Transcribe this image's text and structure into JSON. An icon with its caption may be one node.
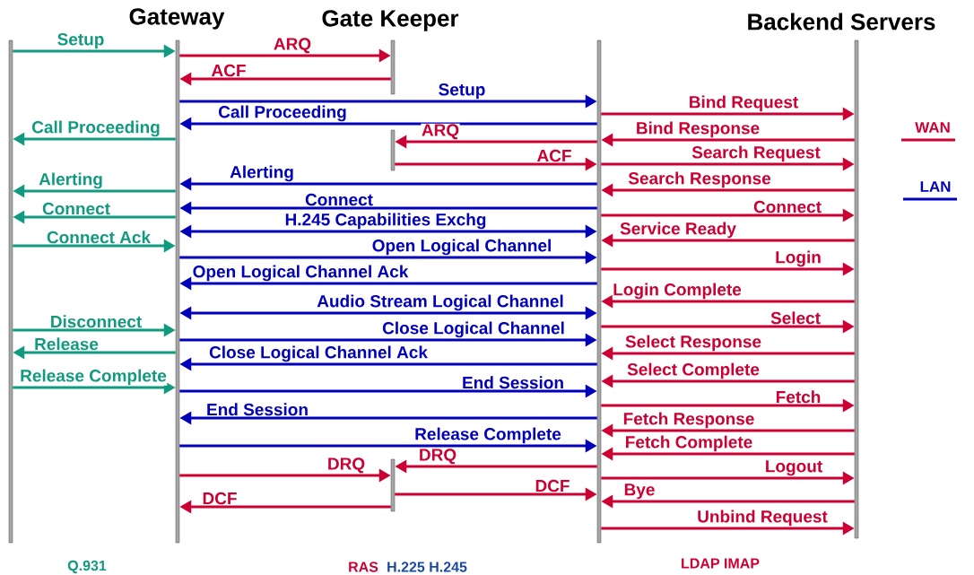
{
  "diagram": {
    "nodes": [
      {
        "text": [],
        "shape": "bar"
      },
      {
        "text": [
          "Gateway"
        ]
      },
      {
        "text": [
          "Gate Keeper"
        ]
      },
      {
        "text": [],
        "shape": "bar"
      },
      {
        "text": [],
        "shape": "bar"
      },
      {
        "text": [],
        "shape": "bar"
      },
      {
        "text": [
          "Backend Servers"
        ]
      }
    ],
    "edges": [
      {
        "from": 0,
        "to": 1,
        "arrow": "to",
        "label": "Setup",
        "color": "#129a80"
      },
      {
        "from": 1,
        "to": 2,
        "arrow": "to",
        "label": "ARQ"
      },
      {
        "from": 2,
        "to": 1,
        "arrow": "to",
        "label": "ACF"
      },
      {
        "from": 1,
        "to": 5,
        "arrow": "to",
        "label": "Setup",
        "color": "#0000bb"
      },
      {
        "from": 5,
        "to": 6,
        "arrow": "to",
        "label": "Bind Request"
      },
      {
        "from": 5,
        "to": 1,
        "arrow": "to",
        "label": "Call Proceeding",
        "color": "#0000bb"
      },
      {
        "from": 1,
        "to": 0,
        "arrow": "to",
        "label": "Call Proceeding",
        "color": "#129a80"
      },
      {
        "from": 6,
        "to": 5,
        "arrow": "to",
        "label": "Bind Response"
      },
      {
        "from": 5,
        "to": 3,
        "arrow": "to",
        "label": "ARQ"
      },
      {
        "from": 3,
        "to": 5,
        "arrow": "to",
        "label": "ACF"
      },
      {
        "from": 5,
        "to": 6,
        "arrow": "to",
        "label": "Search Request"
      },
      {
        "from": 5,
        "to": 1,
        "arrow": "to",
        "label": "Alerting",
        "color": "#0000bb"
      },
      {
        "from": 1,
        "to": 0,
        "arrow": "to",
        "label": "Alerting",
        "color": "#129a80"
      },
      {
        "from": 6,
        "to": 5,
        "arrow": "to",
        "label": "Search Response"
      },
      {
        "from": 5,
        "to": 1,
        "arrow": "to",
        "label": "Connect",
        "color": "#0000bb"
      },
      {
        "from": 1,
        "to": 0,
        "arrow": "to",
        "label": "Connect",
        "color": "#129a80"
      },
      {
        "from": 5,
        "to": 6,
        "arrow": "to",
        "label": "Connect"
      },
      {
        "from": 1,
        "to": 5,
        "arrow": "both",
        "label": "H.245 Capabilities Exchg",
        "color": "#0000bb"
      },
      {
        "from": 0,
        "to": 1,
        "arrow": "to",
        "label": "Connect Ack",
        "color": "#129a80"
      },
      {
        "from": 6,
        "to": 5,
        "arrow": "to",
        "label": "Service Ready"
      },
      {
        "from": 1,
        "to": 5,
        "arrow": "to",
        "label": "Open Logical Channel",
        "color": "#0000bb"
      },
      {
        "from": 5,
        "to": 1,
        "arrow": "to",
        "label": "Open Logical Channel Ack",
        "color": "#0000bb"
      },
      {
        "from": 5,
        "to": 6,
        "arrow": "to",
        "label": "Login"
      },
      {
        "from": 6,
        "to": 5,
        "arrow": "to",
        "label": "Login Complete"
      },
      {
        "from": 1,
        "to": 5,
        "arrow": "both",
        "label": "Audio Stream Logical Channel",
        "color": "#0000bb"
      },
      {
        "from": 0,
        "to": 1,
        "arrow": "to",
        "label": "Disconnect",
        "color": "#129a80"
      },
      {
        "from": 5,
        "to": 6,
        "arrow": "to",
        "label": "Select"
      },
      {
        "from": 1,
        "to": 5,
        "arrow": "to",
        "label": "Close Logical Channel",
        "color": "#0000bb"
      },
      {
        "from": 1,
        "to": 0,
        "arrow": "to",
        "label": "Release",
        "color": "#129a80"
      },
      {
        "from": 6,
        "to": 5,
        "arrow": "to",
        "label": "Select Response"
      },
      {
        "from": 5,
        "to": 1,
        "arrow": "to",
        "label": "Close Logical Channel Ack",
        "color": "#0000bb"
      },
      {
        "from": 6,
        "to": 5,
        "arrow": "to",
        "label": "Select Complete"
      },
      {
        "from": 0,
        "to": 1,
        "arrow": "to",
        "label": "Release Complete",
        "color": "#129a80"
      },
      {
        "from": 1,
        "to": 5,
        "arrow": "to",
        "label": "End Session",
        "color": "#0000bb"
      },
      {
        "from": 5,
        "to": 6,
        "arrow": "to",
        "label": "Fetch"
      },
      {
        "from": 5,
        "to": 1,
        "arrow": "to",
        "label": "End Session",
        "color": "#0000bb"
      },
      {
        "from": 6,
        "to": 5,
        "arrow": "to",
        "label": "Fetch Response"
      },
      {
        "from": 1,
        "to": 5,
        "arrow": "to",
        "label": "Release Complete",
        "color": "#0000bb"
      },
      {
        "from": 6,
        "to": 5,
        "arrow": "to",
        "label": "Fetch Complete"
      },
      {
        "from": 1,
        "to": 4,
        "arrow": "to",
        "label": "DRQ"
      },
      {
        "from": 5,
        "to": 4,
        "arrow": "to",
        "label": "DRQ"
      },
      {
        "from": 5,
        "to": 6,
        "arrow": "to",
        "label": "Logout"
      },
      {
        "from": 4,
        "to": 1,
        "arrow": "to",
        "label": "DCF"
      },
      {
        "from": 4,
        "to": 5,
        "arrow": "to",
        "label": "DCF"
      },
      {
        "from": 6,
        "to": 5,
        "arrow": "to",
        "label": "Bye"
      },
      {
        "from": 5,
        "to": 6,
        "arrow": "to",
        "label": "Unbind Request"
      }
    ],
    "labels": [
      "Q.931",
      "RAS",
      "H.225 H.245",
      "LDAP IMAP"
    ],
    "legend": [
      {
        "text": "WAN",
        "color": "#cc0033"
      },
      {
        "text": "LAN",
        "color": "#0000bb"
      }
    ]
  }
}
